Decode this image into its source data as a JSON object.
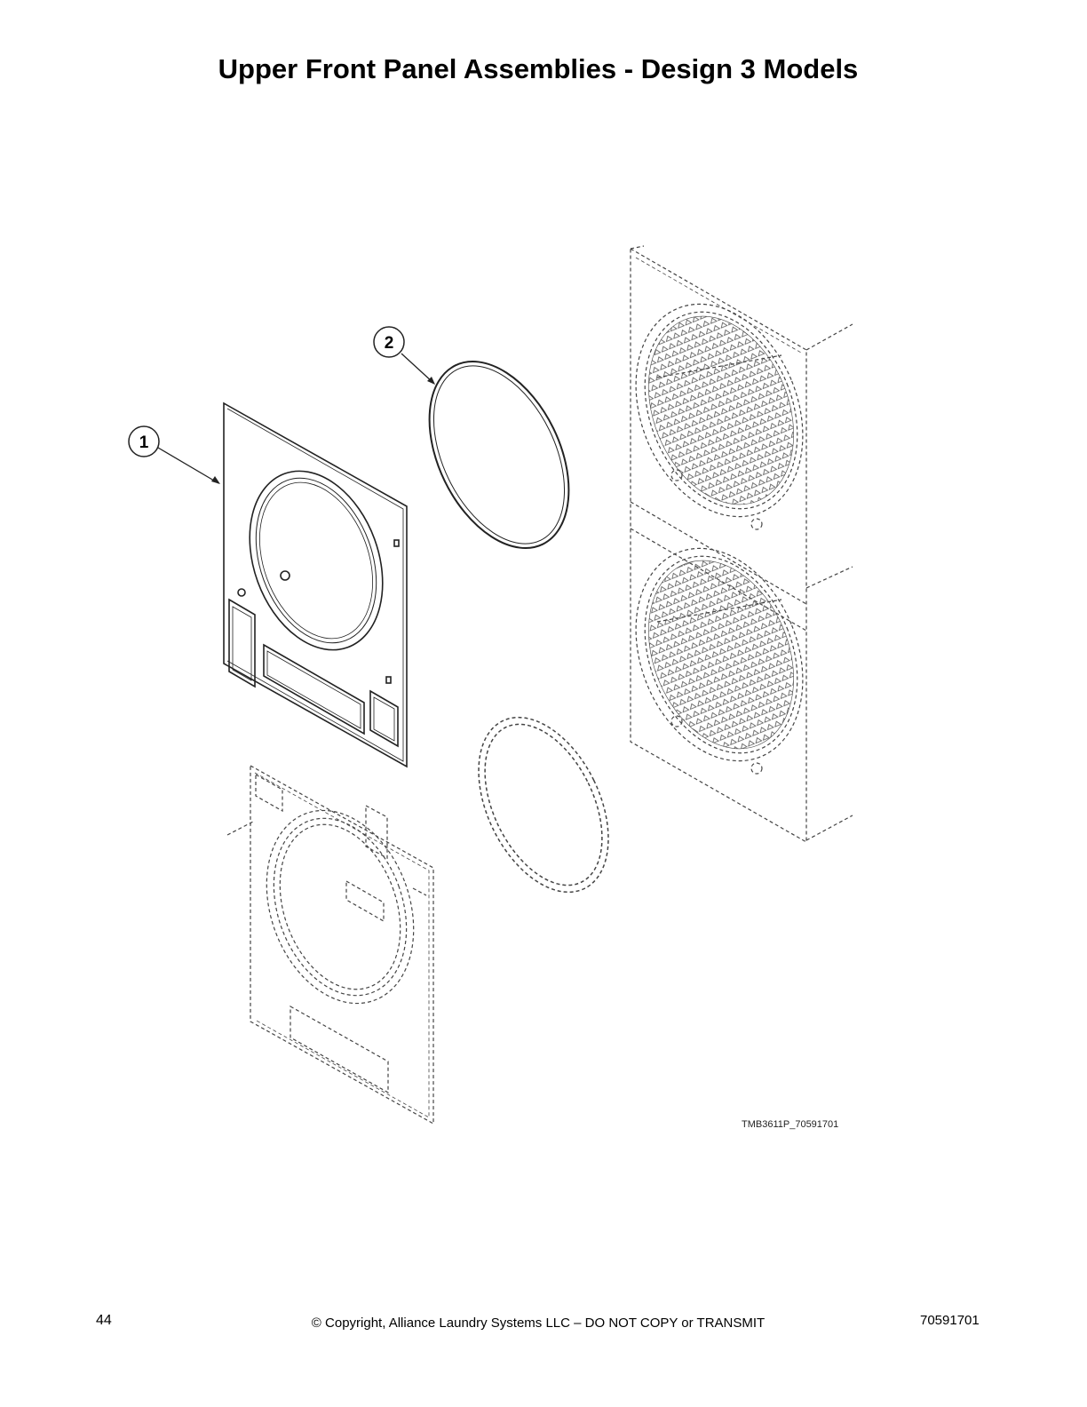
{
  "title": "Upper Front Panel Assemblies - Design 3 Models",
  "callouts": [
    {
      "number": "1",
      "part": "front-panel"
    },
    {
      "number": "2",
      "part": "gasket-ring"
    }
  ],
  "figure_id": "TMB3611P_70591701",
  "footer": {
    "page_number": "44",
    "copyright": "© Copyright, Alliance Laundry Systems LLC – DO NOT COPY or TRANSMIT",
    "doc_number": "70591701"
  },
  "colors": {
    "line": "#222222",
    "ghost_line": "#444444",
    "background": "#ffffff"
  }
}
